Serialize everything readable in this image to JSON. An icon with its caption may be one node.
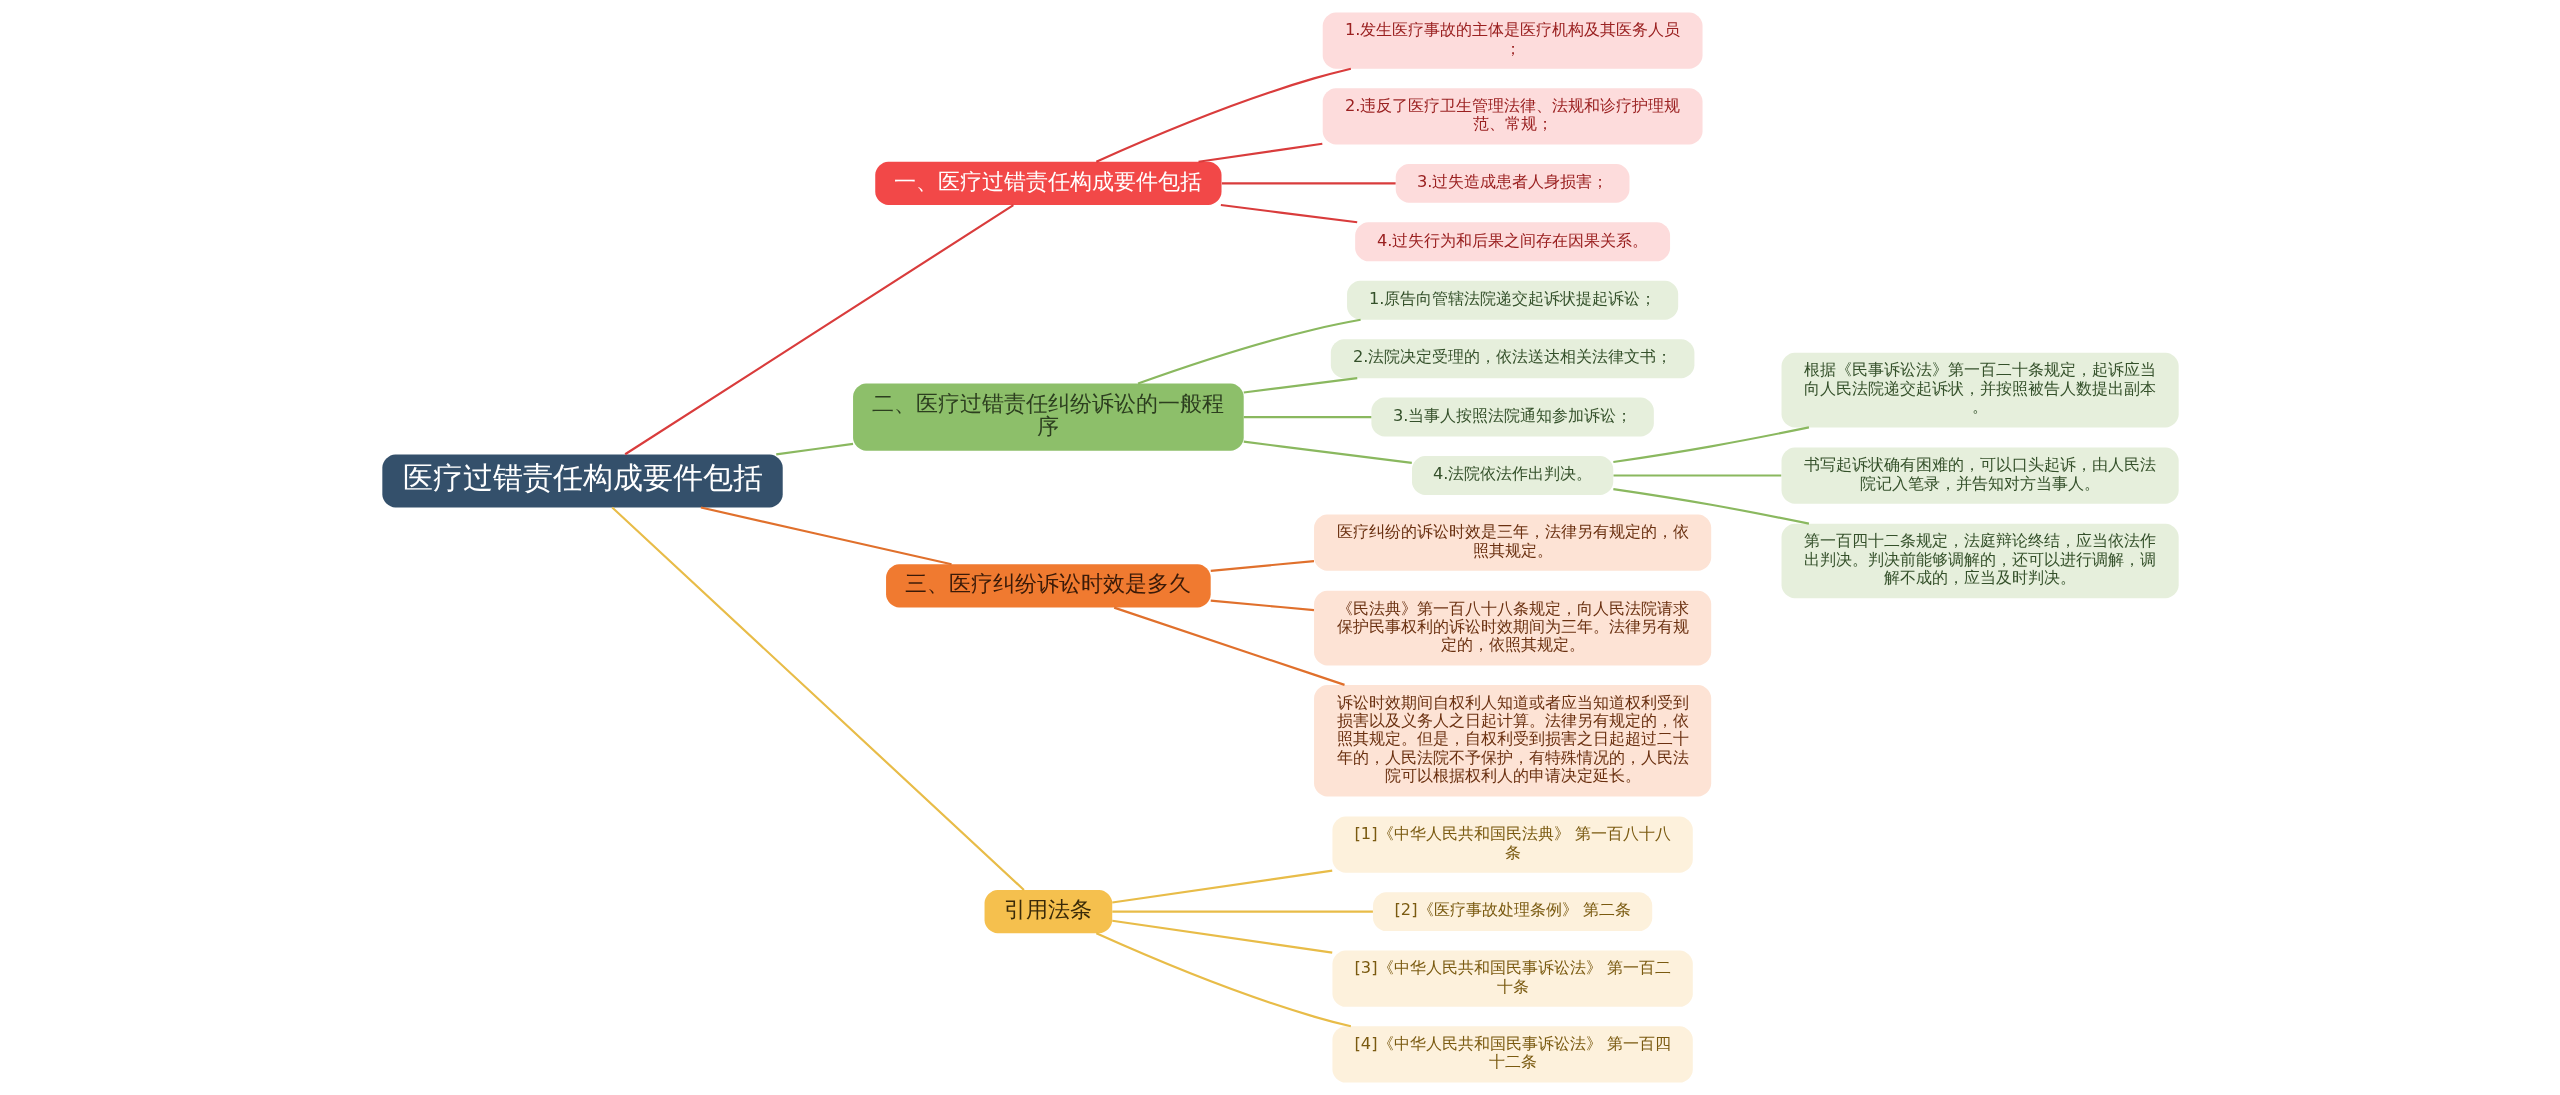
{
  "diagram": {
    "nodes": [
      {
        "text": [
          "医疗过错责任构成要件包括"
        ]
      },
      {
        "text": [
          "一、医疗过错责任构成要件包括"
        ]
      },
      {
        "text": [
          "1.发生医疗事故的主体是医疗机构及其医务人员；"
        ]
      },
      {
        "text": [
          "2.违反了医疗卫生管理法律、法规和诊疗护理规范、常规；"
        ]
      },
      {
        "text": [
          "3.过失造成患者人身损害；"
        ]
      },
      {
        "text": [
          "4.过失行为和后果之间存在因果关系。"
        ]
      },
      {
        "text": [
          "二、医疗过错责任纠纷诉讼的一般程序"
        ]
      },
      {
        "text": [
          "1.原告向管辖法院递交起诉状提起诉讼；"
        ]
      },
      {
        "text": [
          "2.法院决定受理的，依法送达相关法律文书；"
        ]
      },
      {
        "text": [
          "3.当事人按照法院通知参加诉讼；"
        ]
      },
      {
        "text": [
          "4.法院依法作出判决。"
        ]
      },
      {
        "text": [
          "根据《民事诉讼法》第一百二十条规定，起诉应当向人民法院递交起诉状，并按照被告人数提出副本。"
        ]
      },
      {
        "text": [
          "书写起诉状确有困难的，可以口头起诉，由人民法院记入笔录，并告知对方当事人。"
        ]
      },
      {
        "text": [
          "第一百四十二条规定，法庭辩论终结，应当依法作出判决。判决前能够调解的，还可以进行调解，调解不成的，应当及时判决。"
        ]
      },
      {
        "text": [
          "三、医疗纠纷诉讼时效是多久"
        ]
      },
      {
        "text": [
          "医疗纠纷的诉讼时效是三年，法律另有规定的，依照其规定。"
        ]
      },
      {
        "text": [
          "《民法典》第一百八十八条规定，向人民法院请求保护民事权利的诉讼时效期间为三年。法律另有规定的，依照其规定。"
        ]
      },
      {
        "text": [
          "诉讼时效期间自权利人知道或者应当知道权利受到损害以及义务人之日起计算。法律另有规定的，依照其规定。但是，自权利受到损害之日起超过二十年的，人民法院不予保护，有特殊情况的，人民法院可以根据权利人的申请决定延长。"
        ]
      },
      {
        "text": [
          "引用法条"
        ]
      },
      {
        "text": [
          "[1]《中华人民共和国民法典》 第一百八十八条"
        ]
      },
      {
        "text": [
          "[2]《医疗事故处理条例》 第二条"
        ]
      },
      {
        "text": [
          "[3]《中华人民共和国民事诉讼法》 第一百二十条"
        ]
      },
      {
        "text": [
          "[4]《中华人民共和国民事诉讼法》 第一百四十二条"
        ]
      }
    ],
    "edges": [
      {
        "from": 0,
        "to": 1,
        "arrow": "none",
        "color": "#d93c3c"
      },
      {
        "from": 1,
        "to": 2,
        "arrow": "none",
        "color": "#d93c3c"
      },
      {
        "from": 1,
        "to": 3,
        "arrow": "none",
        "color": "#d93c3c"
      },
      {
        "from": 1,
        "to": 4,
        "arrow": "none",
        "color": "#d93c3c"
      },
      {
        "from": 1,
        "to": 5,
        "arrow": "none",
        "color": "#d93c3c"
      },
      {
        "from": 0,
        "to": 6,
        "arrow": "none"
      },
      {
        "from": 6,
        "to": 7,
        "arrow": "none"
      },
      {
        "from": 6,
        "to": 8,
        "arrow": "none"
      },
      {
        "from": 6,
        "to": 9,
        "arrow": "none"
      },
      {
        "from": 6,
        "to": 10,
        "arrow": "none"
      },
      {
        "from": 10,
        "to": 11,
        "arrow": "none"
      },
      {
        "from": 10,
        "to": 12,
        "arrow": "none"
      },
      {
        "from": 10,
        "to": 13,
        "arrow": "none"
      },
      {
        "from": 0,
        "to": 14,
        "arrow": "none",
        "color": "#e0702c"
      },
      {
        "from": 14,
        "to": 15,
        "arrow": "none",
        "color": "#e0702c"
      },
      {
        "from": 14,
        "to": 16,
        "arrow": "none",
        "color": "#e0702c"
      },
      {
        "from": 14,
        "to": 17,
        "arrow": "none",
        "color": "#e0702c"
      },
      {
        "from": 0,
        "to": 18,
        "arrow": "none",
        "color": "#e8bc48"
      },
      {
        "from": 18,
        "to": 19,
        "arrow": "none",
        "color": "#e8bc48"
      },
      {
        "from": 18,
        "to": 20,
        "arrow": "none",
        "color": "#e8bc48"
      },
      {
        "from": 18,
        "to": 21,
        "arrow": "none",
        "color": "#e8bc48"
      },
      {
        "from": 18,
        "to": 22,
        "arrow": "none",
        "color": "#e8bc48"
      }
    ]
  }
}
